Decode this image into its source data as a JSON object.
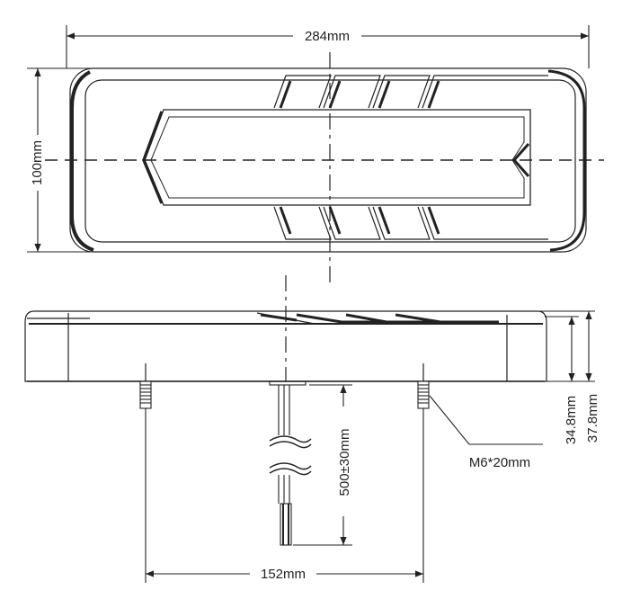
{
  "dimensions": {
    "overall_width": "284mm",
    "overall_height": "100mm",
    "depth_body": "34.8mm",
    "depth_total": "37.8mm",
    "stud_spacing": "152mm",
    "cable_length": "500±30mm",
    "stud_thread": "M6*20mm"
  },
  "colors": {
    "line": "#222222",
    "background": "#ffffff"
  }
}
